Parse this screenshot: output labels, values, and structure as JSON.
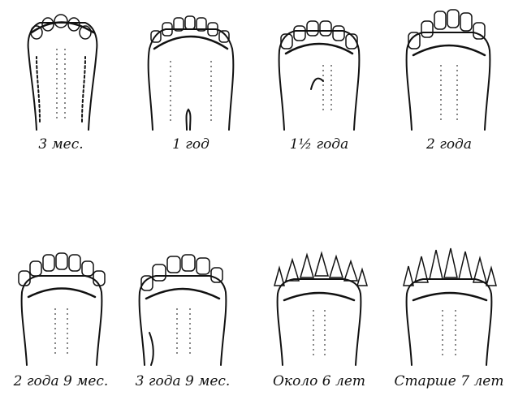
{
  "figure": {
    "panels": [
      {
        "label": "3 мес."
      },
      {
        "label": "1 год"
      },
      {
        "label": "1½ года"
      },
      {
        "label": "2 года"
      },
      {
        "label": "2 года 9 мес."
      },
      {
        "label": "3 года 9 мес."
      },
      {
        "label": "Около 6 лет"
      },
      {
        "label": "Старше 7 лет"
      }
    ]
  }
}
